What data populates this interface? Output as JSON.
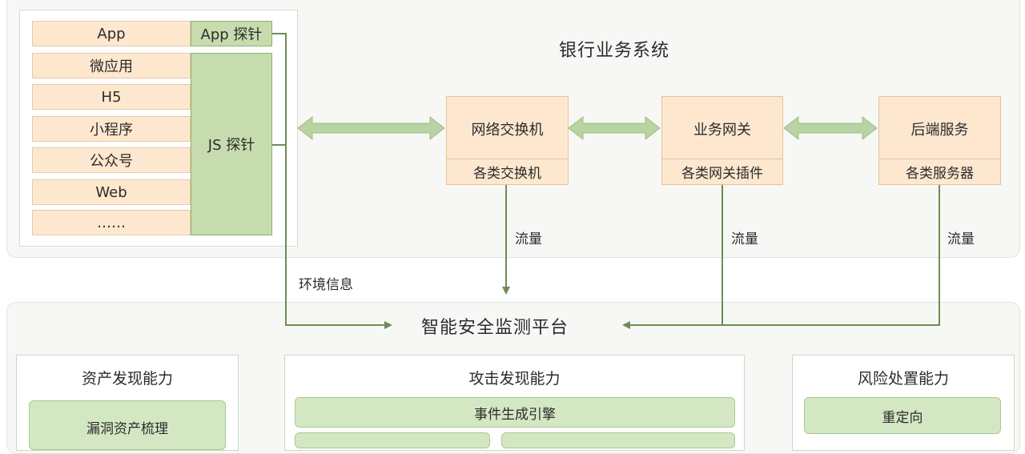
{
  "bank_system": {
    "title": "银行业务系统"
  },
  "clients": {
    "items": [
      "App",
      "微应用",
      "H5",
      "小程序",
      "公众号",
      "Web",
      "……"
    ],
    "app_probe": "App 探针",
    "js_probe": "JS 探针"
  },
  "nodes": [
    {
      "name": "网络交换机",
      "sub": "各类交换机"
    },
    {
      "name": "业务网关",
      "sub": "各类网关插件"
    },
    {
      "name": "后端服务",
      "sub": "各类服务器"
    }
  ],
  "flow_labels": {
    "traffic": "流量",
    "env_info": "环境信息"
  },
  "platform": {
    "title": "智能安全监测平台"
  },
  "capabilities": [
    {
      "title": "资产发现能力",
      "items": [
        "漏洞资产梳理"
      ]
    },
    {
      "title": "攻击发现能力",
      "items": [
        "事件生成引擎"
      ]
    },
    {
      "title": "风险处置能力",
      "items": [
        "重定向"
      ]
    }
  ],
  "colors": {
    "arrow": "#6e8c57",
    "peach": "#fde8cf",
    "probe": "#c7dcae",
    "band": "#d4e7c3"
  }
}
